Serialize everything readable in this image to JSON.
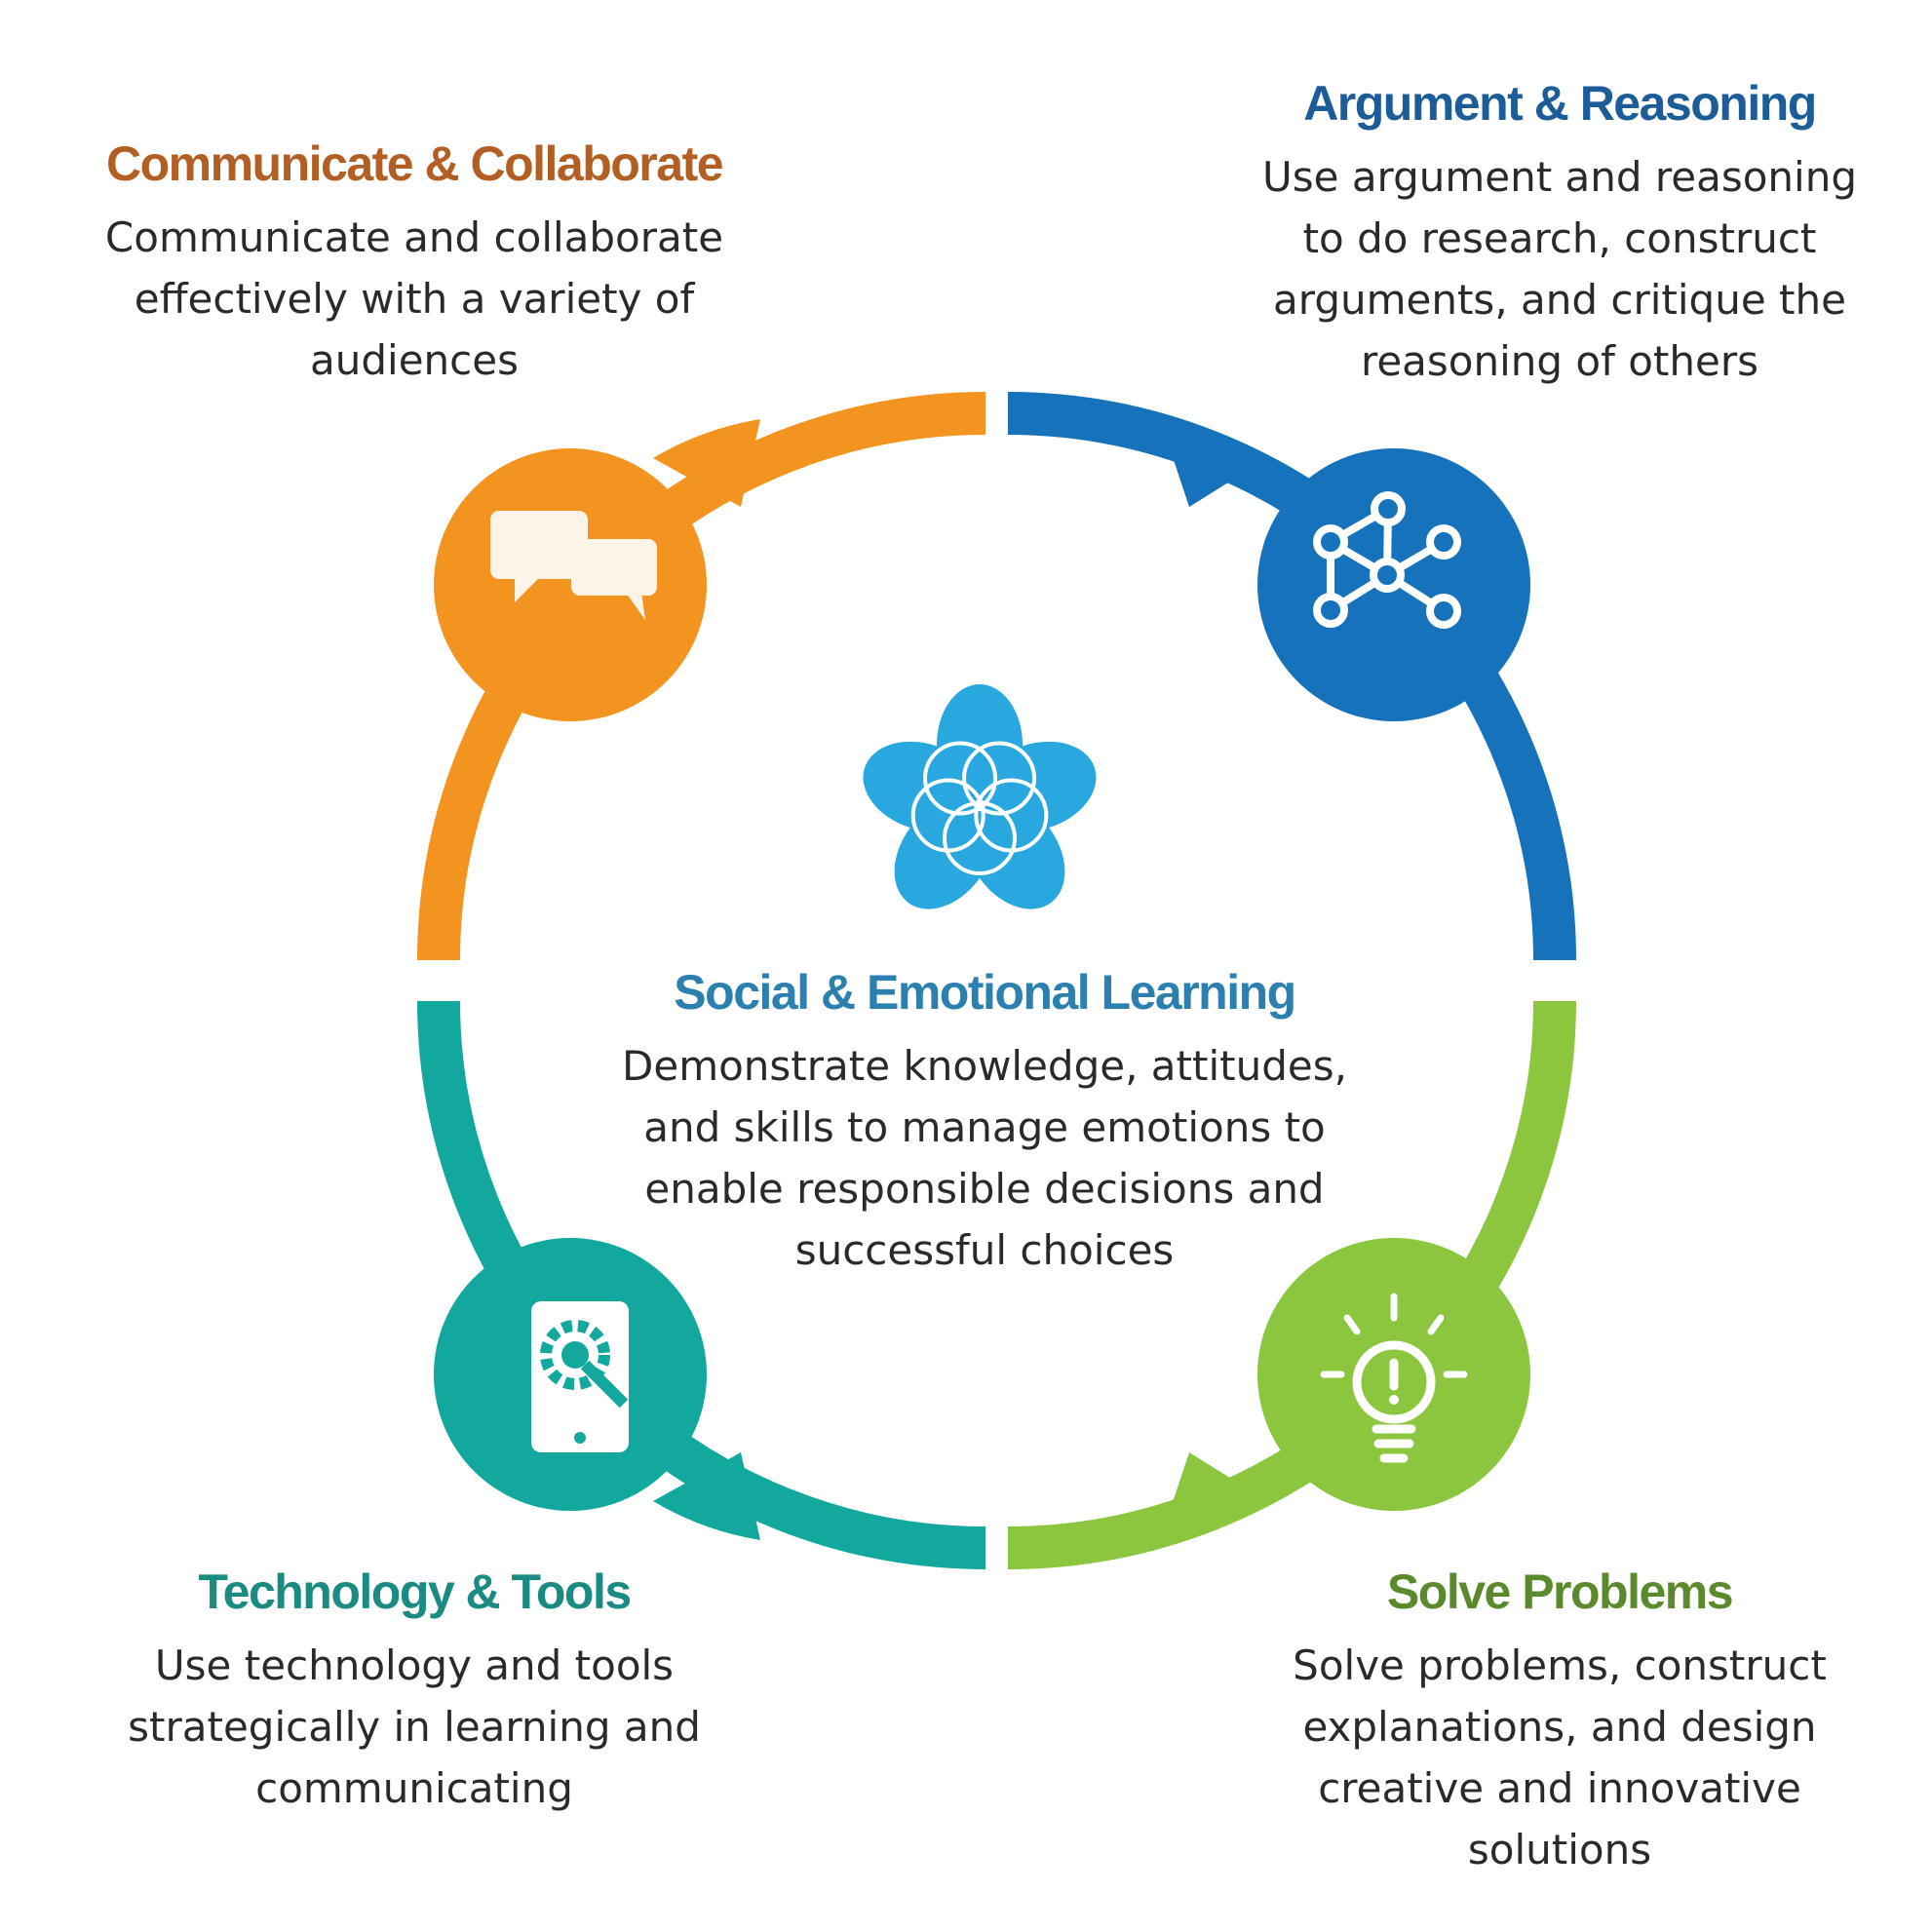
{
  "colors": {
    "orange": "#f49420",
    "blue": "#1673bb",
    "green": "#8cc63f",
    "teal": "#13a89e",
    "center_flower": "#29a8e0",
    "icon_light": "#fdf3e7"
  },
  "icons": {
    "communicate": "speech-bubbles-icon",
    "argument": "network-nodes-icon",
    "center": "flower-icon",
    "technology": "tablet-gear-wrench-icon",
    "solve": "lightbulb-icon"
  },
  "communicate": {
    "title": "Communicate & Collaborate",
    "lines": [
      "Communicate and collaborate",
      "effectively with a variety of",
      "audiences"
    ]
  },
  "argument": {
    "title": "Argument & Reasoning",
    "lines": [
      "Use argument and reasoning",
      "to do research, construct",
      "arguments, and critique the",
      "reasoning of others"
    ]
  },
  "center": {
    "title": "Social & Emotional Learning",
    "lines": [
      "Demonstrate knowledge, attitudes,",
      "and skills to manage emotions to",
      "enable responsible decisions and",
      "successful choices"
    ]
  },
  "technology": {
    "title": "Technology & Tools",
    "lines": [
      "Use technology and tools",
      "strategically in learning and",
      "communicating"
    ]
  },
  "solve": {
    "title": "Solve Problems",
    "lines": [
      "Solve problems, construct",
      "explanations, and design",
      "creative and innovative",
      "solutions"
    ]
  }
}
